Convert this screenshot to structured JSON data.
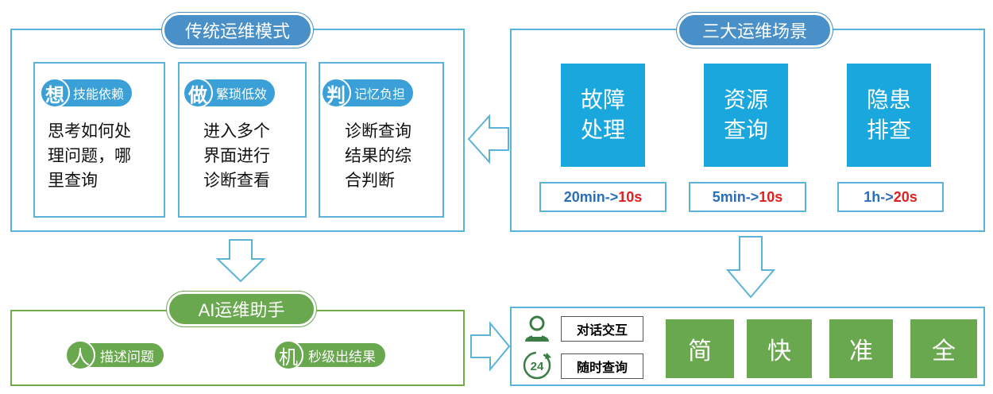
{
  "traditional": {
    "title": "传统运维模式",
    "cards": [
      {
        "icon_char": "想",
        "tag": "技能依赖",
        "lines": [
          "思考如何处",
          "理问题，哪",
          "里查询"
        ]
      },
      {
        "icon_char": "做",
        "tag": "繁琐低效",
        "lines": [
          "进入多个",
          "界面进行",
          "诊断查看"
        ]
      },
      {
        "icon_char": "判",
        "tag": "记忆负担",
        "lines": [
          "诊断查询",
          "结果的综",
          "合判断"
        ]
      }
    ]
  },
  "scenarios": {
    "title": "三大运维场景",
    "items": [
      {
        "name_lines": [
          "故障",
          "处理"
        ],
        "metric_from": "20min->",
        "metric_to": "10s"
      },
      {
        "name_lines": [
          "资源",
          "查询"
        ],
        "metric_from": "5min->",
        "metric_to": "10s"
      },
      {
        "name_lines": [
          "隐患",
          "排查"
        ],
        "metric_from": "1h->",
        "metric_to": "20s"
      }
    ]
  },
  "assistant": {
    "title": "AI运维助手",
    "tags": [
      {
        "icon_char": "人",
        "label": "描述问题"
      },
      {
        "icon_char": "机",
        "label": "秒级出结果"
      }
    ]
  },
  "outcome": {
    "features": [
      {
        "icon": "user-icon",
        "label": "对话交互"
      },
      {
        "icon": "clock-24-icon",
        "label": "随时查询",
        "icon_text": "24"
      }
    ],
    "qualities": [
      "简",
      "快",
      "准",
      "全"
    ]
  },
  "colors": {
    "blue_border": "#5bb3d8",
    "blue_pill": "#4a90c8",
    "blue_block": "#1aa7de",
    "green": "#6aa84f",
    "accent_red": "#e02020"
  }
}
